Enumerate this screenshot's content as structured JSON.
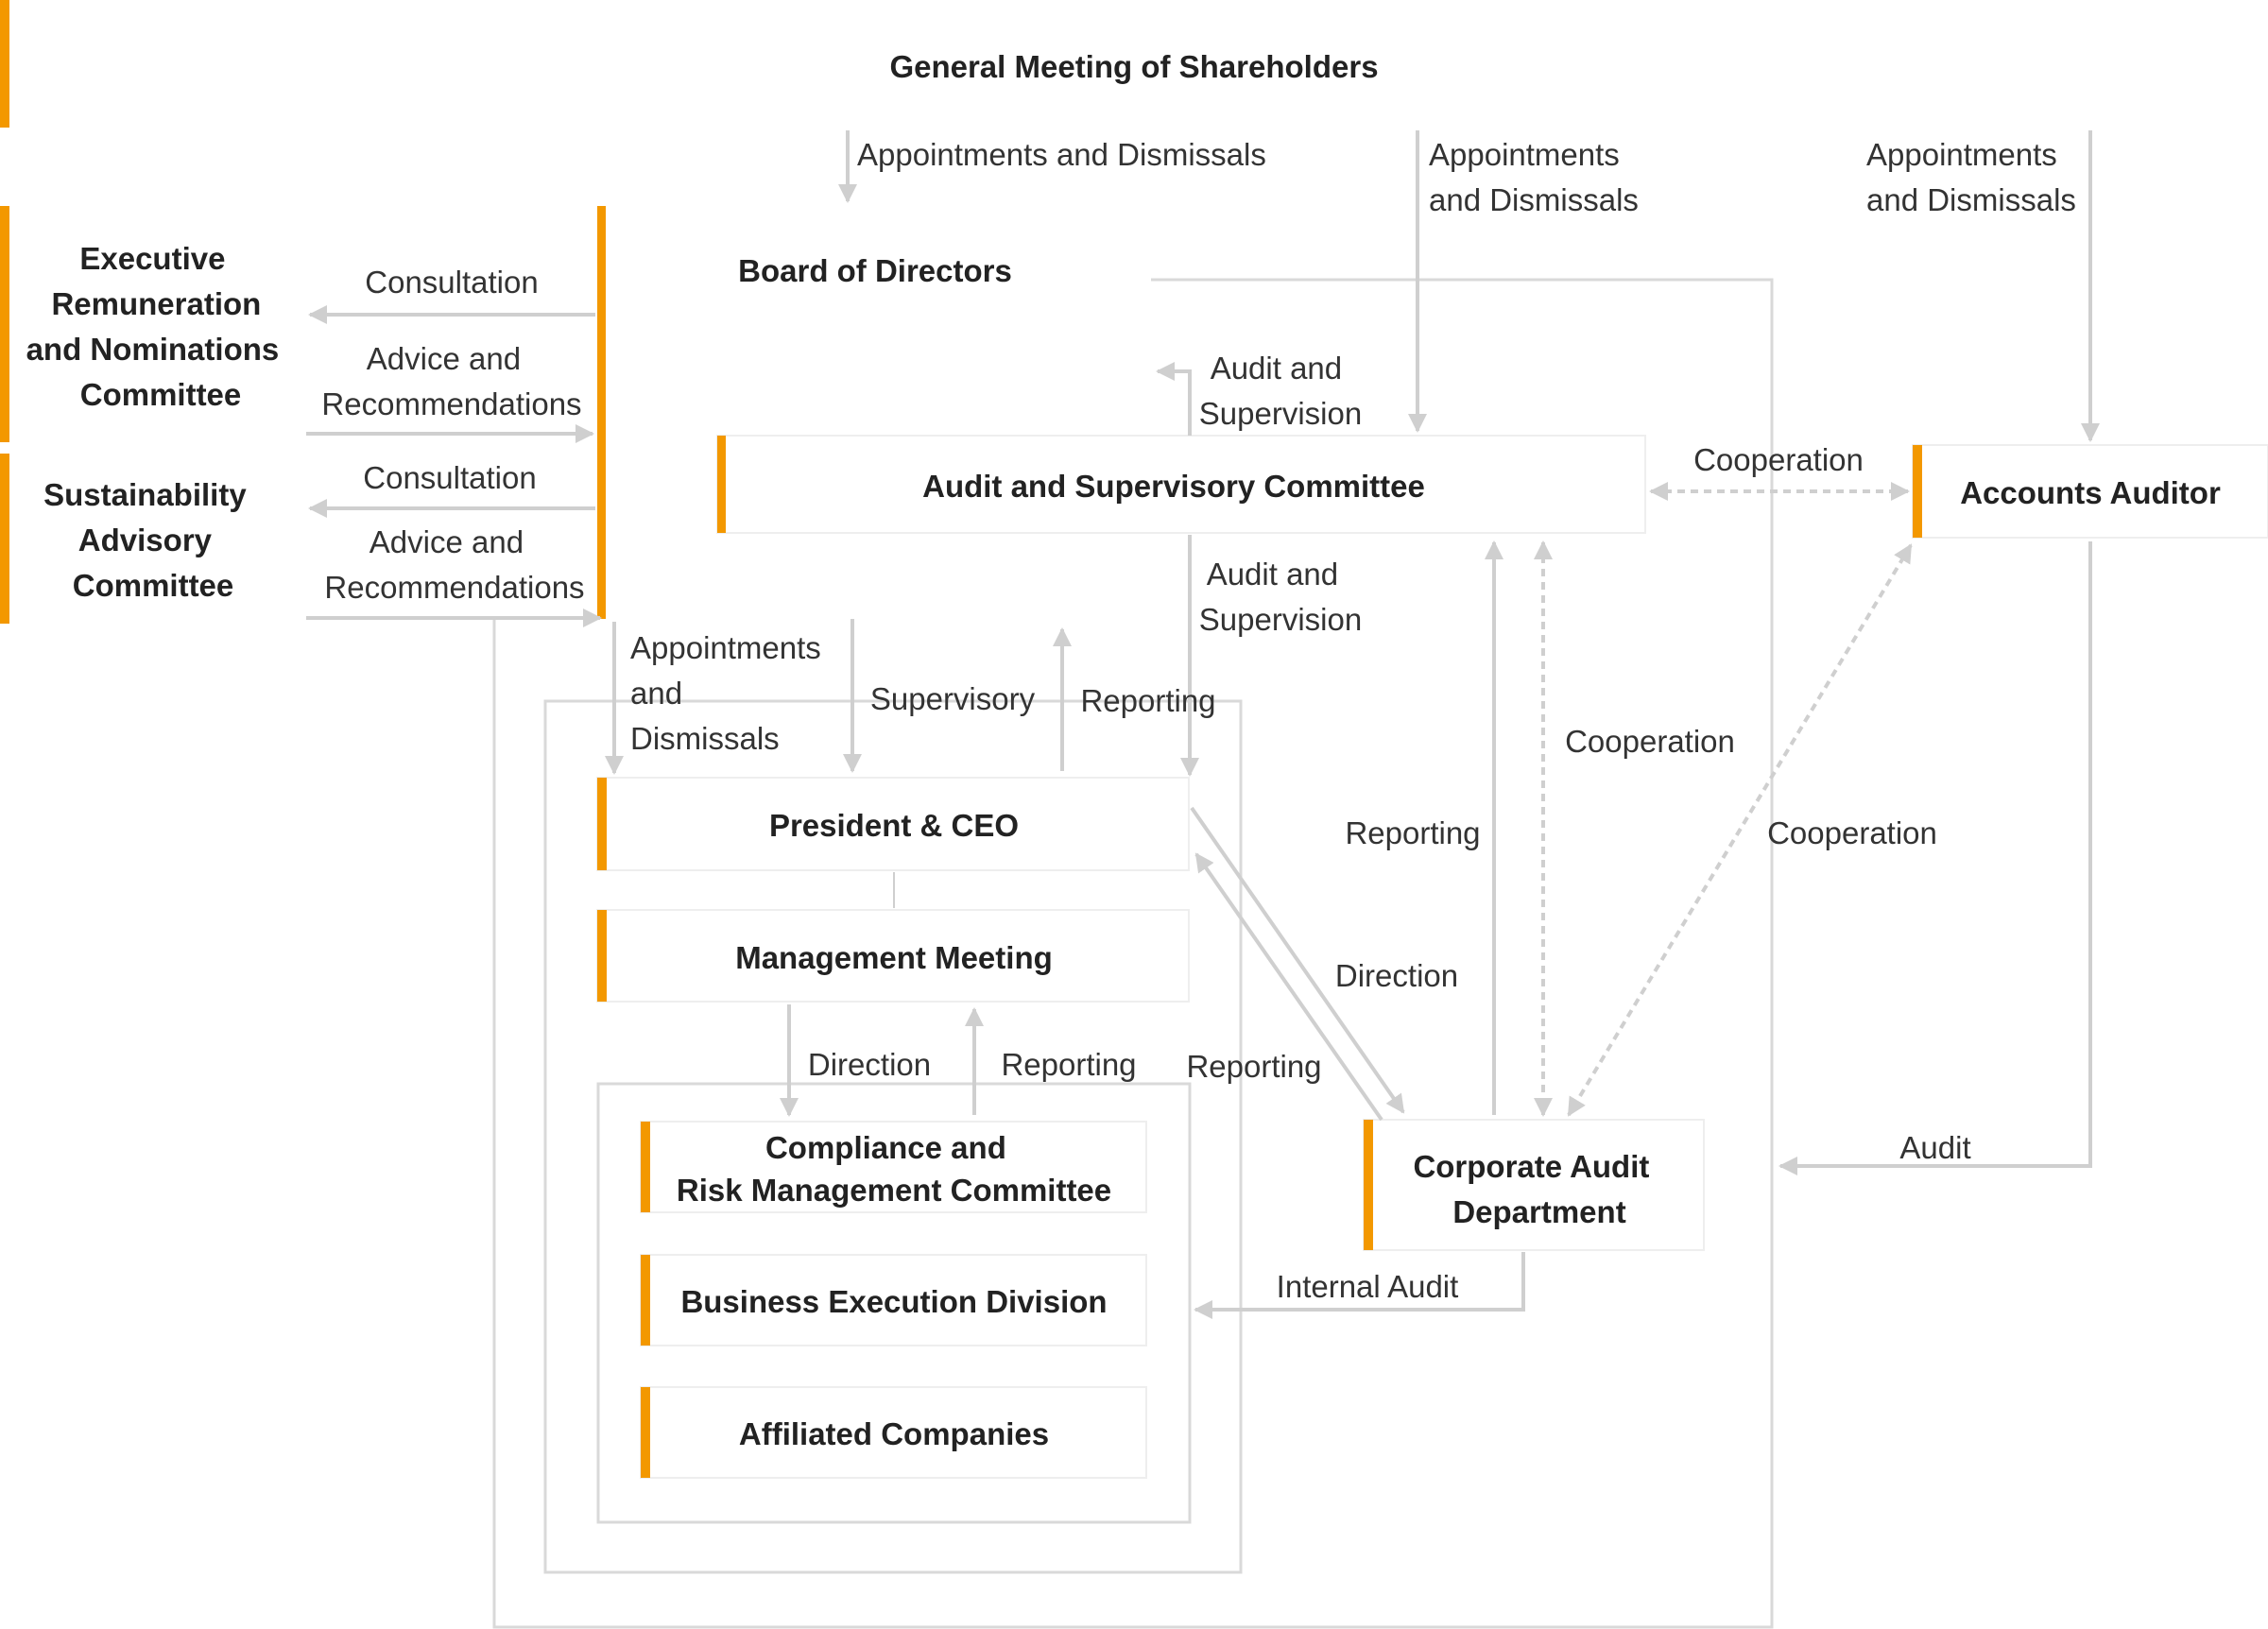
{
  "colors": {
    "accent": "#f39800",
    "connector": "#cfcfcf",
    "frame": "#d9d9d9",
    "box_border": "#eeeeee",
    "text": "#222222"
  },
  "nodes": {
    "shareholders": "General Meeting of Shareholders",
    "board": "Board of Directors",
    "exec_remuneration": [
      "Executive",
      "Remuneration",
      "and Nominations",
      "Committee"
    ],
    "sustainability": [
      "Sustainability",
      "Advisory",
      "Committee"
    ],
    "audit_committee": "Audit and Supervisory Committee",
    "accounts_auditor": "Accounts Auditor",
    "president": "President & CEO",
    "management_meeting": "Management Meeting",
    "compliance": [
      "Compliance and",
      "Risk Management Committee"
    ],
    "business_execution": "Business Execution Division",
    "affiliated": "Affiliated Companies",
    "corporate_audit": [
      "Corporate Audit",
      "Department"
    ]
  },
  "edges": {
    "appointments_board": "Appointments and Dismissals",
    "appointments_audit_committee": [
      "Appointments",
      "and Dismissals"
    ],
    "appointments_accounts_auditor": [
      "Appointments",
      "and Dismissals"
    ],
    "consultation_exec": "Consultation",
    "advice_exec": [
      "Advice and",
      "Recommendations"
    ],
    "consultation_sustain": "Consultation",
    "advice_sustain": [
      "Advice and",
      "Recommendations"
    ],
    "audit_supervision_board": [
      "Audit and",
      "Supervision"
    ],
    "audit_supervision_president": [
      "Audit and",
      "Supervision"
    ],
    "cooperation_accounts": "Cooperation",
    "appointments_president": [
      "Appointments",
      "and",
      "Dismissals"
    ],
    "supervisory": "Supervisory",
    "reporting_president": "Reporting",
    "cooperation_corporate": "Cooperation",
    "reporting_corporate": "Reporting",
    "cooperation_diagonal": "Cooperation",
    "direction_corporate": "Direction",
    "direction_mm": "Direction",
    "reporting_mm": "Reporting",
    "reporting_to_president": "Reporting",
    "audit": "Audit",
    "internal_audit": "Internal Audit"
  }
}
